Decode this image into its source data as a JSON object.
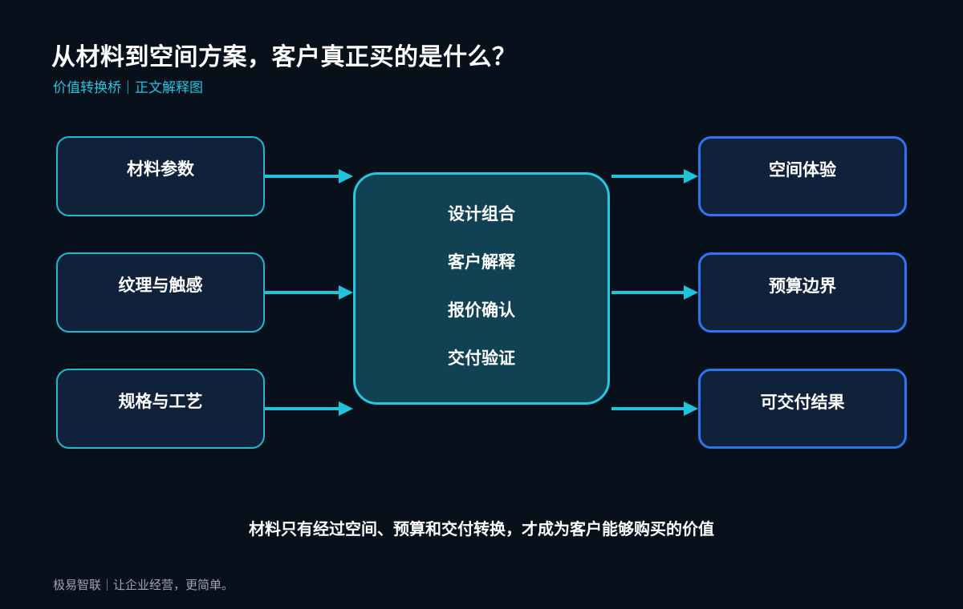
{
  "header": {
    "title": "从材料到空间方案，客户真正买的是什么？",
    "subtitle": "价值转换桥｜正文解释图"
  },
  "inputs": [
    {
      "label": "材料参数"
    },
    {
      "label": "纹理与触感"
    },
    {
      "label": "规格与工艺"
    }
  ],
  "hub": {
    "items": [
      "设计组合",
      "客户解释",
      "报价确认",
      "交付验证"
    ]
  },
  "outputs": [
    {
      "label": "空间体验"
    },
    {
      "label": "预算边界"
    },
    {
      "label": "可交付结果"
    }
  ],
  "conclusion": "材料只有经过空间、预算和交付转换，才成为客户能够购买的价值",
  "footer": "极易智联｜让企业经营，更简单。",
  "colors": {
    "background": "#07101b",
    "input_border": "#22b7cf",
    "output_border": "#2f73f5",
    "hub_fill": "#114254",
    "hub_border": "#22c9e0",
    "arrow": "#1fc3dc",
    "subtitle": "#22c5e0"
  }
}
